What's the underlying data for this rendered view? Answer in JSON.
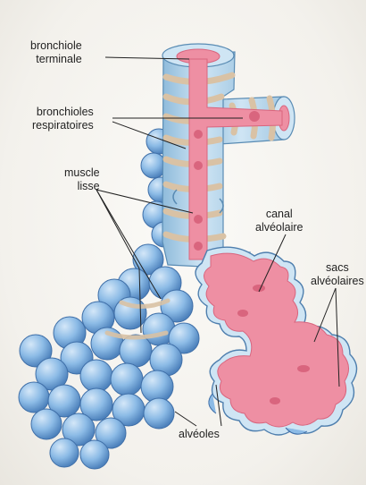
{
  "labels": {
    "bronchiole_terminale": [
      "bronchiole",
      "terminale"
    ],
    "bronchioles_respiratoires": [
      "bronchioles",
      "respiratoires"
    ],
    "muscle_lisse": [
      "muscle",
      "lisse"
    ],
    "canal_alveolaire": [
      "canal",
      "alvéolaire"
    ],
    "sacs_alveolaires": [
      "sacs",
      "alvéolaires"
    ],
    "alveoles": [
      "alvéoles"
    ]
  },
  "colors": {
    "lumen": "#ee8fa3",
    "lumen_dark": "#d9657e",
    "wall": "#b8d8ee",
    "wall_dark": "#6a9ec4",
    "muscle": "#d9c2a5",
    "alveolus": "#8cbbe6",
    "alveolus_edge": "#3f6fa8",
    "leader": "#222222"
  }
}
